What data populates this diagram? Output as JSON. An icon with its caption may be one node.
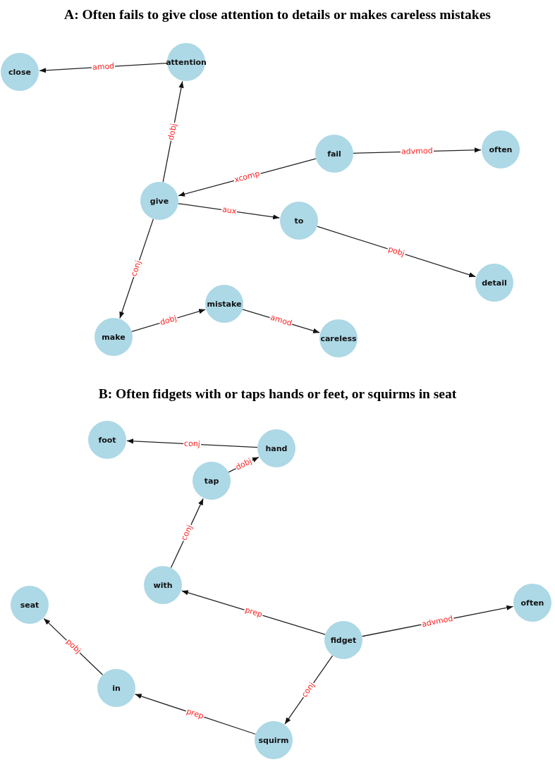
{
  "diagram": {
    "nodes": [
      {
        "text": [
          "close"
        ]
      },
      {
        "text": [
          "attention"
        ]
      },
      {
        "text": [
          "fail"
        ]
      },
      {
        "text": [
          "often"
        ]
      },
      {
        "text": [
          "give"
        ]
      },
      {
        "text": [
          "to"
        ]
      },
      {
        "text": [
          "detail"
        ]
      },
      {
        "text": [
          "make"
        ]
      },
      {
        "text": [
          "mistake"
        ]
      },
      {
        "text": [
          "careless"
        ]
      },
      {
        "text": [
          "foot"
        ]
      },
      {
        "text": [
          "hand"
        ]
      },
      {
        "text": [
          "tap"
        ]
      },
      {
        "text": [
          "with"
        ]
      },
      {
        "text": [
          "seat"
        ]
      },
      {
        "text": [
          "often"
        ]
      },
      {
        "text": [
          "fidget"
        ]
      },
      {
        "text": [
          "in"
        ]
      },
      {
        "text": [
          "squirm"
        ]
      }
    ],
    "edges": [
      {
        "from": 1,
        "to": 0,
        "arrow": "to",
        "label": "amod"
      },
      {
        "from": 4,
        "to": 1,
        "arrow": "to",
        "label": "dobj"
      },
      {
        "from": 2,
        "to": 4,
        "arrow": "to",
        "label": "xcomp"
      },
      {
        "from": 2,
        "to": 3,
        "arrow": "to",
        "label": "advmod"
      },
      {
        "from": 4,
        "to": 5,
        "arrow": "to",
        "label": "aux"
      },
      {
        "from": 5,
        "to": 6,
        "arrow": "to",
        "label": "pobj"
      },
      {
        "from": 4,
        "to": 7,
        "arrow": "to",
        "label": "conj"
      },
      {
        "from": 7,
        "to": 8,
        "arrow": "to",
        "label": "dobj"
      },
      {
        "from": 8,
        "to": 9,
        "arrow": "to",
        "label": "amod"
      },
      {
        "from": 11,
        "to": 10,
        "arrow": "to",
        "label": "conj"
      },
      {
        "from": 12,
        "to": 11,
        "arrow": "to",
        "label": "dobj"
      },
      {
        "from": 13,
        "to": 12,
        "arrow": "to",
        "label": "conj"
      },
      {
        "from": 16,
        "to": 13,
        "arrow": "to",
        "label": "prep"
      },
      {
        "from": 16,
        "to": 15,
        "arrow": "to",
        "label": "advmod"
      },
      {
        "from": 16,
        "to": 18,
        "arrow": "to",
        "label": "conj"
      },
      {
        "from": 18,
        "to": 17,
        "arrow": "to",
        "label": "prep"
      },
      {
        "from": 17,
        "to": 14,
        "arrow": "to",
        "label": "pobj"
      }
    ],
    "labels": [
      "A: Often fails to give close attention to details or makes careless mistakes",
      "B: Often fidgets with or taps hands or feet, or squirms in seat"
    ]
  }
}
